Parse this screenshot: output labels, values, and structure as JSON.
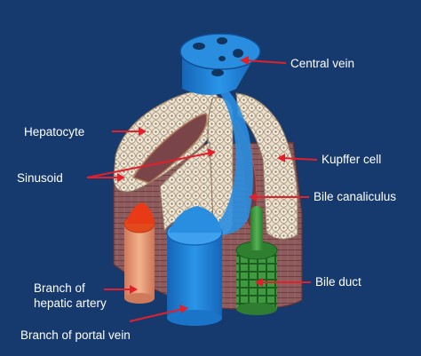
{
  "labels": {
    "central_vein": "Central vein",
    "hepatocyte": "Hepatocyte",
    "kupffer_cell": "Kupffer cell",
    "sinusoid": "Sinusoid",
    "bile_canaliculus": "Bile canaliculus",
    "bile_duct": "Bile duct",
    "hepatic_artery_line1": "Branch of",
    "hepatic_artery_line2": "hepatic artery",
    "portal_vein": "Branch of portal vein"
  },
  "colors": {
    "background": "#173a6e",
    "central_vein": "#1f86d8",
    "portal_vein": "#2a8ee0",
    "hepatic_artery": "#e8a07a",
    "bile_duct": "#3a9a3c",
    "hepatocyte_plate": "#e9ddc9",
    "tissue_block": "#8b5a5c",
    "pointer_arrow": "#e0202a"
  }
}
